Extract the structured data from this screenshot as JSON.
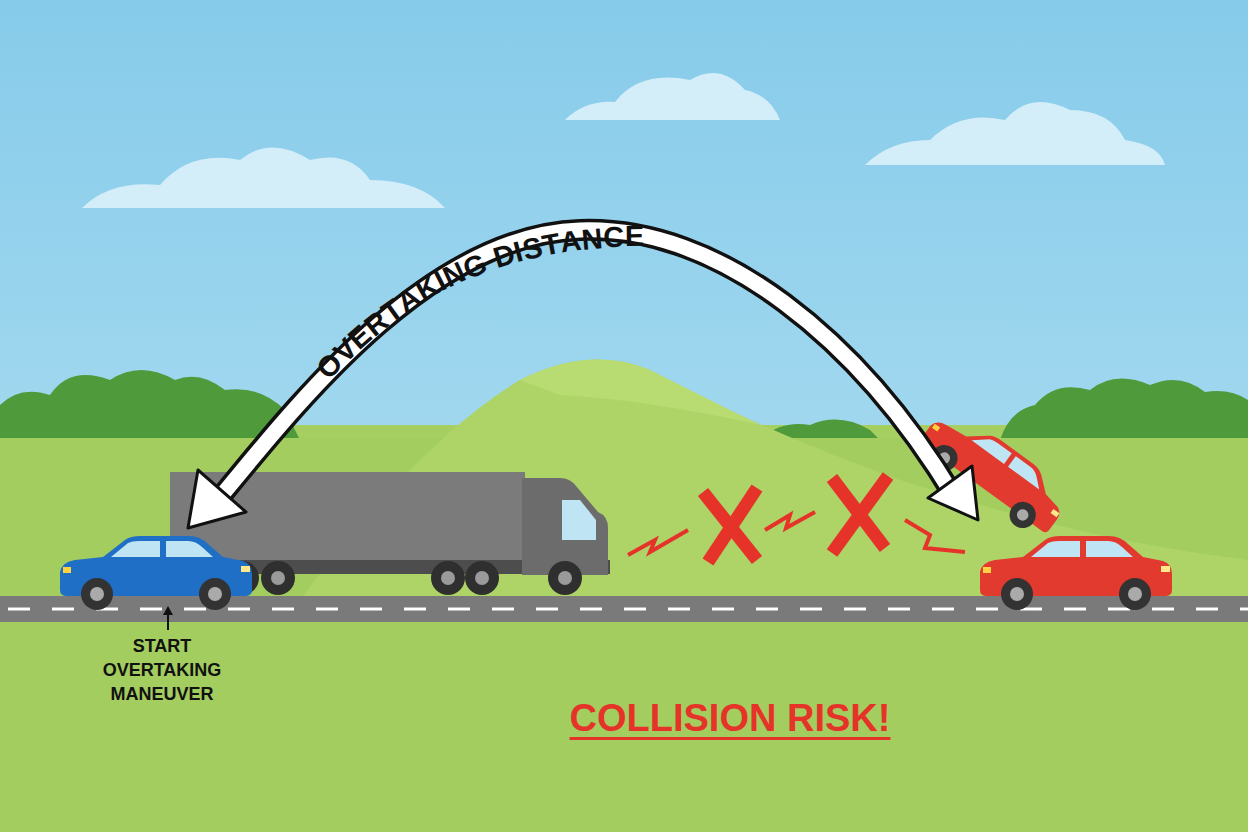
{
  "diagram": {
    "labels": [
      "OVERTAKING DISTANCE",
      "START OVERTAKING MANEUVER",
      "COLLISION RISK!"
    ]
  }
}
